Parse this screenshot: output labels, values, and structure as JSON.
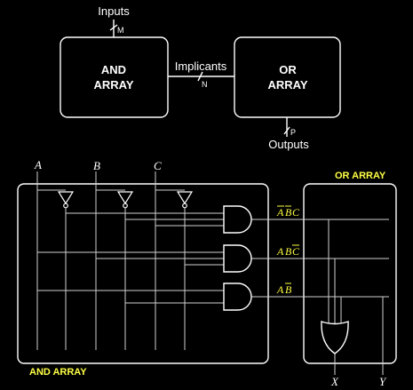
{
  "block_diagram": {
    "inputs_label": "Inputs",
    "inputs_bus_width": "M",
    "and_array_line1": "AND",
    "and_array_line2": "ARRAY",
    "implicants_label": "Implicants",
    "implicants_bus_width": "N",
    "or_array_line1": "OR",
    "or_array_line2": "ARRAY",
    "outputs_label": "Outputs",
    "outputs_bus_width": "P"
  },
  "detail": {
    "inputs": [
      "A",
      "B",
      "C"
    ],
    "and_array_label": "AND ARRAY",
    "or_array_label": "OR ARRAY",
    "products": [
      {
        "terms": [
          {
            "letter": "A",
            "bar": true
          },
          {
            "letter": "B",
            "bar": true
          },
          {
            "letter": "C",
            "bar": false
          }
        ]
      },
      {
        "terms": [
          {
            "letter": "A",
            "bar": false
          },
          {
            "letter": "B",
            "bar": false
          },
          {
            "letter": "C",
            "bar": true
          }
        ]
      },
      {
        "terms": [
          {
            "letter": "A",
            "bar": false
          },
          {
            "letter": "B",
            "bar": true
          }
        ]
      }
    ],
    "outputs": [
      "X",
      "Y"
    ],
    "colors": {
      "background": "#000000",
      "stroke": "#ffffff",
      "wire": "#cfcfcf",
      "highlight": "#ffff44"
    }
  }
}
